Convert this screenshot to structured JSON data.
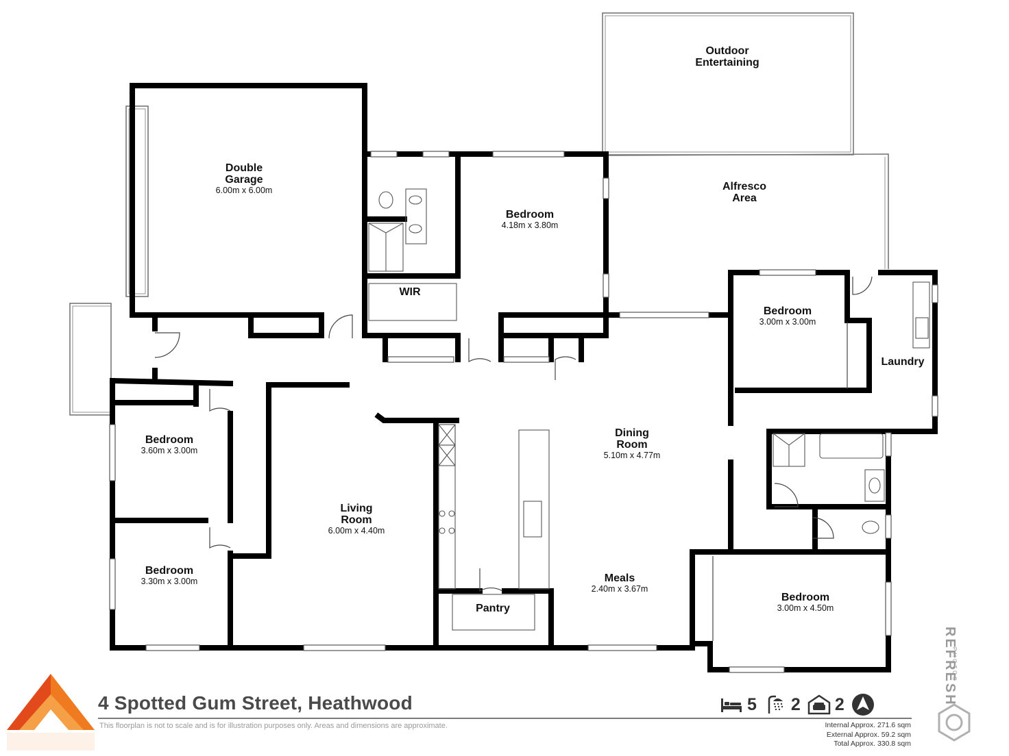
{
  "plan": {
    "rooms": [
      {
        "key": "garage",
        "name_lines": [
          "Double",
          "Garage"
        ],
        "dims": "6.00m x 6.00m"
      },
      {
        "key": "outdoor",
        "name_lines": [
          "Outdoor",
          "Entertaining"
        ],
        "dims": ""
      },
      {
        "key": "alfresco",
        "name_lines": [
          "Alfresco",
          "Area"
        ],
        "dims": ""
      },
      {
        "key": "bed_master",
        "name_lines": [
          "Bedroom"
        ],
        "dims": "4.18m x 3.80m"
      },
      {
        "key": "wir",
        "name_lines": [
          "WIR"
        ],
        "dims": ""
      },
      {
        "key": "bed_ne",
        "name_lines": [
          "Bedroom"
        ],
        "dims": "3.00m x 3.00m"
      },
      {
        "key": "laundry",
        "name_lines": [
          "Laundry"
        ],
        "dims": ""
      },
      {
        "key": "bed_w1",
        "name_lines": [
          "Bedroom"
        ],
        "dims": "3.60m x 3.00m"
      },
      {
        "key": "bed_w2",
        "name_lines": [
          "Bedroom"
        ],
        "dims": "3.30m x 3.00m"
      },
      {
        "key": "living",
        "name_lines": [
          "Living",
          "Room"
        ],
        "dims": "6.00m x 4.40m"
      },
      {
        "key": "dining",
        "name_lines": [
          "Dining",
          "Room"
        ],
        "dims": "5.10m x 4.77m"
      },
      {
        "key": "meals",
        "name_lines": [
          "Meals"
        ],
        "dims": "2.40m x 3.67m"
      },
      {
        "key": "pantry",
        "name_lines": [
          "Pantry"
        ],
        "dims": ""
      },
      {
        "key": "bed_se",
        "name_lines": [
          "Bedroom"
        ],
        "dims": "3.00m x 4.50m"
      }
    ]
  },
  "footer": {
    "address": "4 Spotted Gum Street, Heathwood",
    "disclaimer": "This floorplan is not to scale and is for illustration purposes only. Areas and dimensions are approximate.",
    "bedrooms": "5",
    "bathrooms": "2",
    "car_spaces": "2",
    "internal_area": "Internal Approx. 271.6 sqm",
    "external_area": "External Approx. 59.2 sqm",
    "total_area": "Total Approx. 330.8 sqm"
  },
  "brand": {
    "name": "REFRESH",
    "sub": "PHOTOS"
  },
  "icons": {
    "bed": "bed-icon",
    "shower": "shower-icon",
    "garage": "garage-icon",
    "compass": "compass-icon",
    "logo": "agency-logo"
  },
  "colors": {
    "walls": "#000000",
    "logo_orange": "#f07a1f",
    "logo_red": "#e24a1c",
    "text_grey": "#4a4a4a"
  }
}
